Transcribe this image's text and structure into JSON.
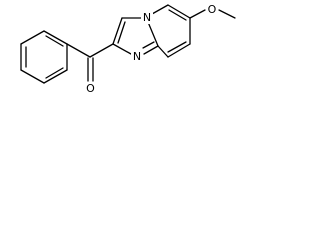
{
  "molecule": {
    "atoms": {
      "oxygen_carbonyl": "O",
      "nitrogen_imidazole": "N",
      "nitrogen_bridgehead": "N",
      "oxygen_methoxy": "O"
    },
    "colors": {
      "bond": "#000000",
      "label": "#000000",
      "background": "#ffffff"
    }
  }
}
